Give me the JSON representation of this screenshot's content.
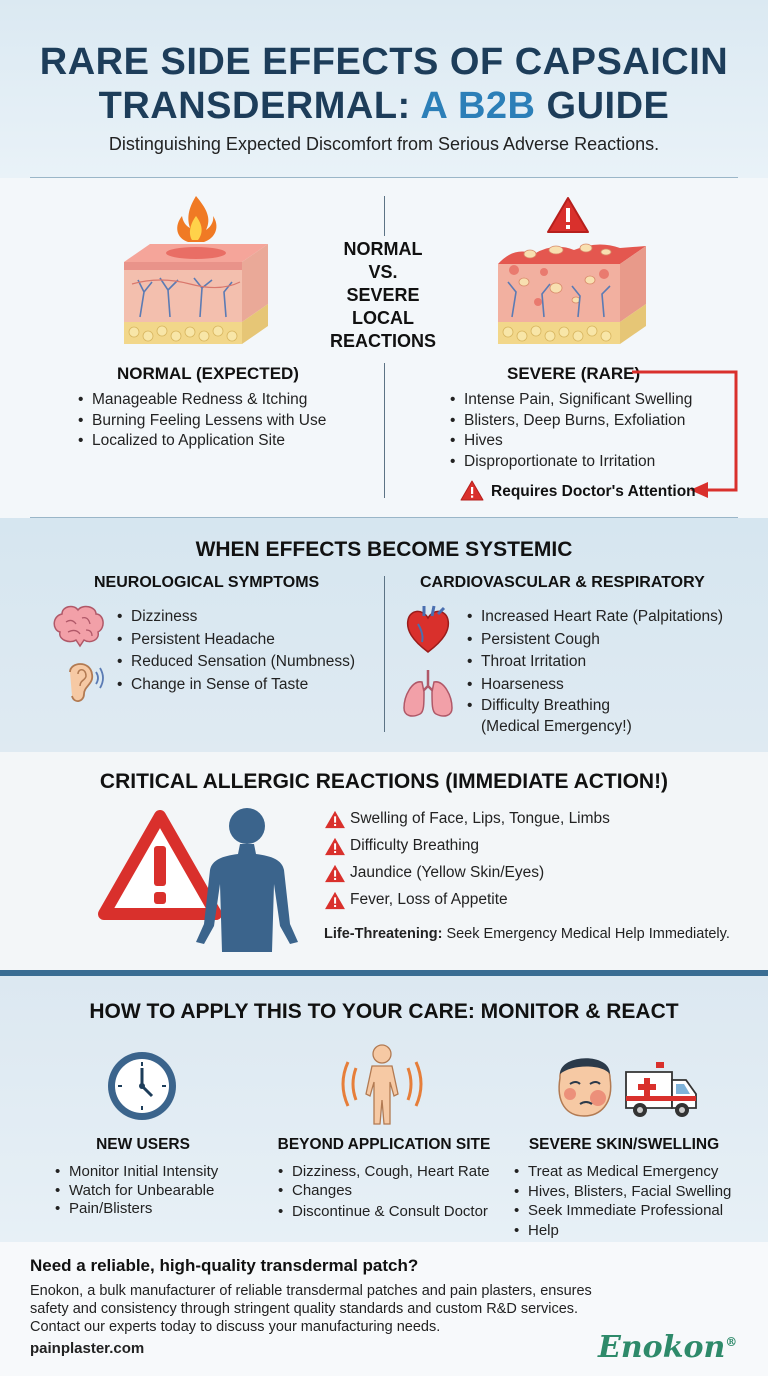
{
  "header": {
    "title_line1": "RARE SIDE EFFECTS OF CAPSAICIN",
    "title_line2_a": "TRANSDERMAL: ",
    "title_line2_b": "A B2B",
    "title_line2_c": " GUIDE",
    "subtitle": "Distinguishing Expected Discomfort from Serious Adverse Reactions."
  },
  "local": {
    "center_title": [
      "NORMAL",
      "VS.",
      "SEVERE",
      "LOCAL",
      "REACTIONS"
    ],
    "normal": {
      "heading": "NORMAL (EXPECTED)",
      "items": [
        "Manageable Redness & Itching",
        "Burning Feeling Lessens with Use",
        "Localized to Application Site"
      ]
    },
    "severe": {
      "heading": "SEVERE (RARE)",
      "items": [
        "Intense Pain, Significant Swelling",
        "Blisters, Deep Burns, Exfoliation",
        "Hives",
        "Disproportionate to Irritation"
      ],
      "callout": "Requires Doctor's Attention"
    },
    "colors": {
      "alert_red": "#d9302c",
      "skin": "#f2b9a6"
    }
  },
  "systemic": {
    "title": "WHEN EFFECTS BECOME SYSTEMIC",
    "neuro": {
      "heading": "NEUROLOGICAL SYMPTOMS",
      "items": [
        "Dizziness",
        "Persistent Headache",
        "Reduced Sensation (Numbness)",
        "Change in Sense of Taste"
      ],
      "icons": [
        "brain-icon",
        "ear-icon"
      ]
    },
    "cardio": {
      "heading": "CARDIOVASCULAR & RESPIRATORY",
      "items": [
        "Increased Heart Rate (Palpitations)",
        "Persistent Cough",
        "Throat Irritation",
        "Hoarseness",
        "Difficulty Breathing",
        "(Medical Emergency!)"
      ],
      "icons": [
        "heart-icon",
        "lungs-icon"
      ]
    }
  },
  "allergic": {
    "title": "CRITICAL ALLERGIC REACTIONS (IMMEDIATE ACTION!)",
    "items": [
      "Swelling of Face, Lips, Tongue, Limbs",
      "Difficulty Breathing",
      "Jaundice (Yellow Skin/Eyes)",
      "Fever, Loss of Appetite"
    ],
    "note_bold": "Life-Threatening:",
    "note_rest": " Seek Emergency Medical Help Immediately."
  },
  "care": {
    "title": "HOW TO APPLY THIS TO YOUR CARE: MONITOR & REACT",
    "columns": [
      {
        "heading": "NEW USERS",
        "items": [
          "Monitor Initial Intensity",
          "Watch for Unbearable",
          "Pain/Blisters"
        ]
      },
      {
        "heading": "BEYOND APPLICATION SITE",
        "items": [
          "Dizziness, Cough, Heart Rate",
          "Changes",
          "Discontinue & Consult Doctor"
        ]
      },
      {
        "heading": "SEVERE SKIN/SWELLING",
        "items": [
          "Treat as Medical Emergency",
          "Hives, Blisters, Facial Swelling",
          "Seek Immediate Professional",
          "Help"
        ]
      }
    ]
  },
  "footer": {
    "question": "Need a reliable, high-quality transdermal patch?",
    "paragraph": "Enokon, a bulk manufacturer of reliable transdermal patches and pain plasters, ensures safety and consistency through stringent quality standards and custom R&D services. Contact our experts today to discuss your manufacturing needs.",
    "url": "painplaster.com",
    "logo": "Enokon",
    "logo_mark": "®"
  }
}
